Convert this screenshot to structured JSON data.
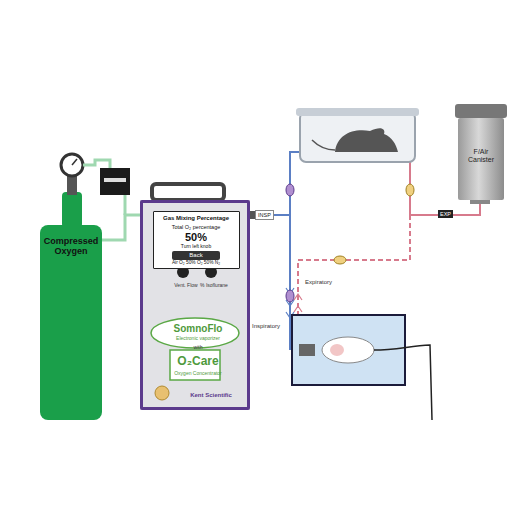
{
  "diagram": {
    "nodes": [
      {
        "text": [
          "Compressed Oxygen"
        ]
      },
      {
        "text": [
          "Vent. Flow",
          "% Isoflurane",
          "SomnoFlo",
          "Electronic vaporizer",
          "with",
          "O₂Care",
          "Oxygen Concentrator",
          "Kent Scientific"
        ]
      },
      {
        "text": [
          "Gas Mixing Percentage",
          "Total O₂ percentage",
          "50%",
          "Turn left knob",
          "Back",
          "Air O₂ 50% O₂ 50% N₂"
        ],
        "in": 1
      },
      {
        "text": [
          "F/Air Canister"
        ]
      }
    ],
    "edges": [
      {
        "from": 0,
        "to": 1,
        "arrow": "none"
      }
    ],
    "labels": [
      "INSP",
      "EXP",
      "Expiratory",
      "Inspiratory"
    ]
  }
}
